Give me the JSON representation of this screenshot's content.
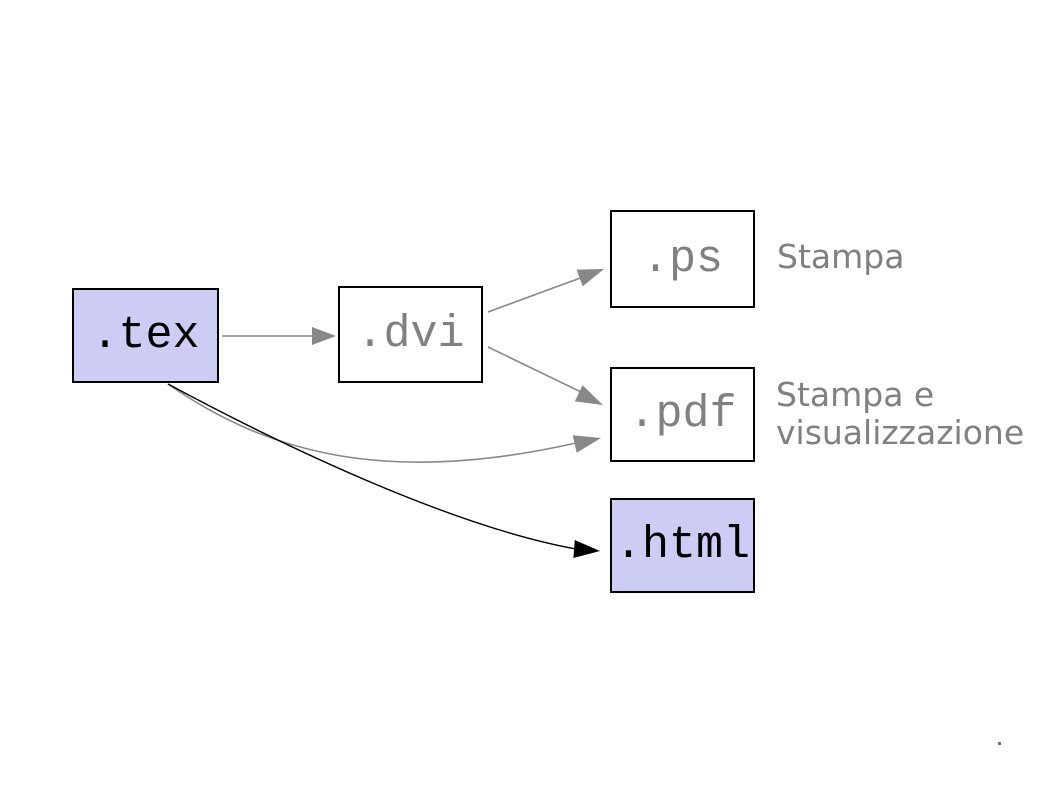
{
  "page": {
    "background_color": "#ffffff",
    "accent_color": "#ccccf5",
    "muted_text_color": "#808080",
    "arrow_gray_color": "#888888",
    "arrow_black_color": "#000000"
  },
  "diagram": {
    "nodes": {
      "tex": {
        "label": ".tex",
        "fill": "#ccccf5",
        "text_color": "#000000"
      },
      "dvi": {
        "label": ".dvi",
        "fill": "#ffffff",
        "text_color": "#808080"
      },
      "ps": {
        "label": ".ps",
        "fill": "#ffffff",
        "text_color": "#808080"
      },
      "pdf": {
        "label": ".pdf",
        "fill": "#ffffff",
        "text_color": "#808080"
      },
      "html": {
        "label": ".html",
        "fill": "#ccccf5",
        "text_color": "#000000"
      }
    },
    "annotations": {
      "ps_note": "Stampa",
      "pdf_note_line1": "Stampa e",
      "pdf_note_line2": "visualizzazione"
    },
    "edges": [
      {
        "from": "tex",
        "to": "dvi",
        "color": "#888888",
        "style": "straight"
      },
      {
        "from": "dvi",
        "to": "ps",
        "color": "#888888",
        "style": "straight"
      },
      {
        "from": "dvi",
        "to": "pdf",
        "color": "#888888",
        "style": "straight"
      },
      {
        "from": "tex",
        "to": "pdf",
        "color": "#888888",
        "style": "curved"
      },
      {
        "from": "tex",
        "to": "html",
        "color": "#000000",
        "style": "curved"
      }
    ]
  }
}
